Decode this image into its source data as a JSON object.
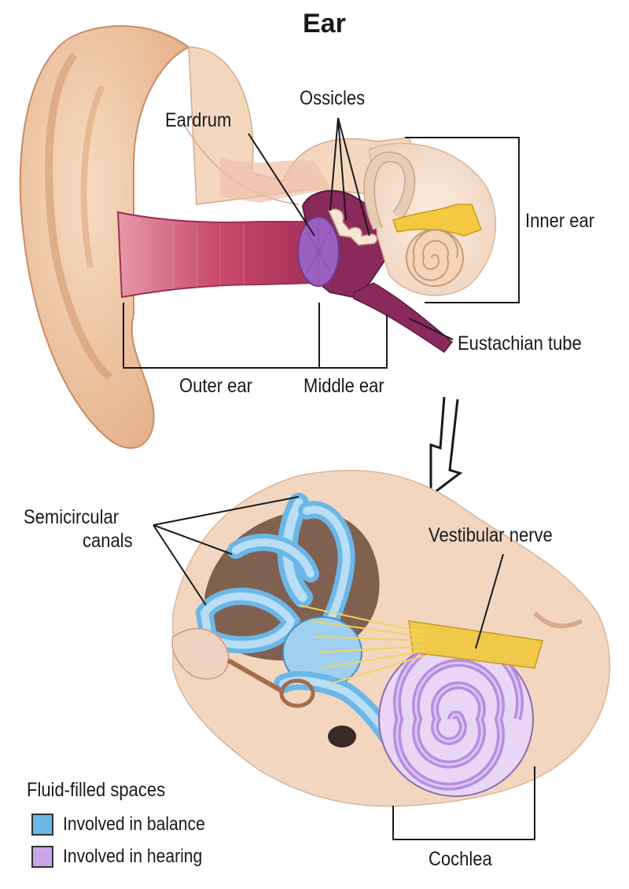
{
  "title": "Ear",
  "labels": {
    "ossicles": "Ossicles",
    "eardrum": "Eardrum",
    "inner_ear": "Inner ear",
    "eustachian_tube": "Eustachian tube",
    "outer_ear": "Outer ear",
    "middle_ear": "Middle ear",
    "semicircular_canals_line1": "Semicircular",
    "semicircular_canals_line2": "canals",
    "vestibular_nerve": "Vestibular nerve",
    "cochlea": "Cochlea"
  },
  "legend": {
    "heading": "Fluid-filled spaces",
    "items": [
      {
        "label": "Involved in balance",
        "color": "#6ab7e8"
      },
      {
        "label": "Involved in hearing",
        "color": "#c8a6e8"
      }
    ]
  },
  "colors": {
    "skin": "#f1c9a5",
    "skin_shadow": "#d99b73",
    "canal": "#c94a6b",
    "middle_ear": "#8a2a5c",
    "eardrum": "#9b5fc0",
    "balance_fluid": "#9fd0f0",
    "hearing_fluid": "#c8a6e8",
    "nerve": "#f0c94a",
    "bone": "#f5e3d3"
  }
}
